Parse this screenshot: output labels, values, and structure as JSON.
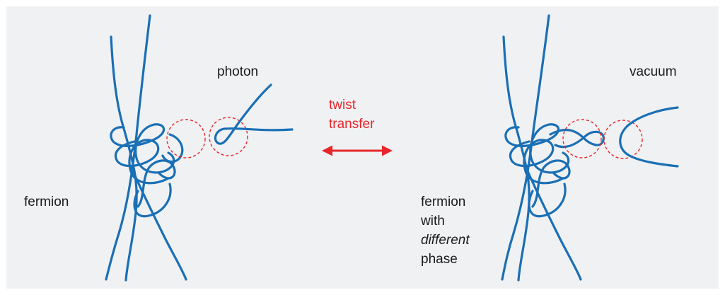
{
  "labels": {
    "photon": "photon",
    "vacuum": "vacuum",
    "fermion_left": "fermion",
    "twist_line1": "twist",
    "twist_line2": "transfer",
    "fermion_right_line1": "fermion",
    "fermion_right_line2": "with",
    "fermion_right_line3": "different",
    "fermion_right_line4": "phase"
  },
  "colors": {
    "panel_background": "#f0f1f3",
    "strand": "#1a6fb5",
    "accent_red": "#e8262b",
    "text": "#1a1a1a"
  },
  "icons": {
    "exchange": "double-headed-arrow-icon"
  }
}
